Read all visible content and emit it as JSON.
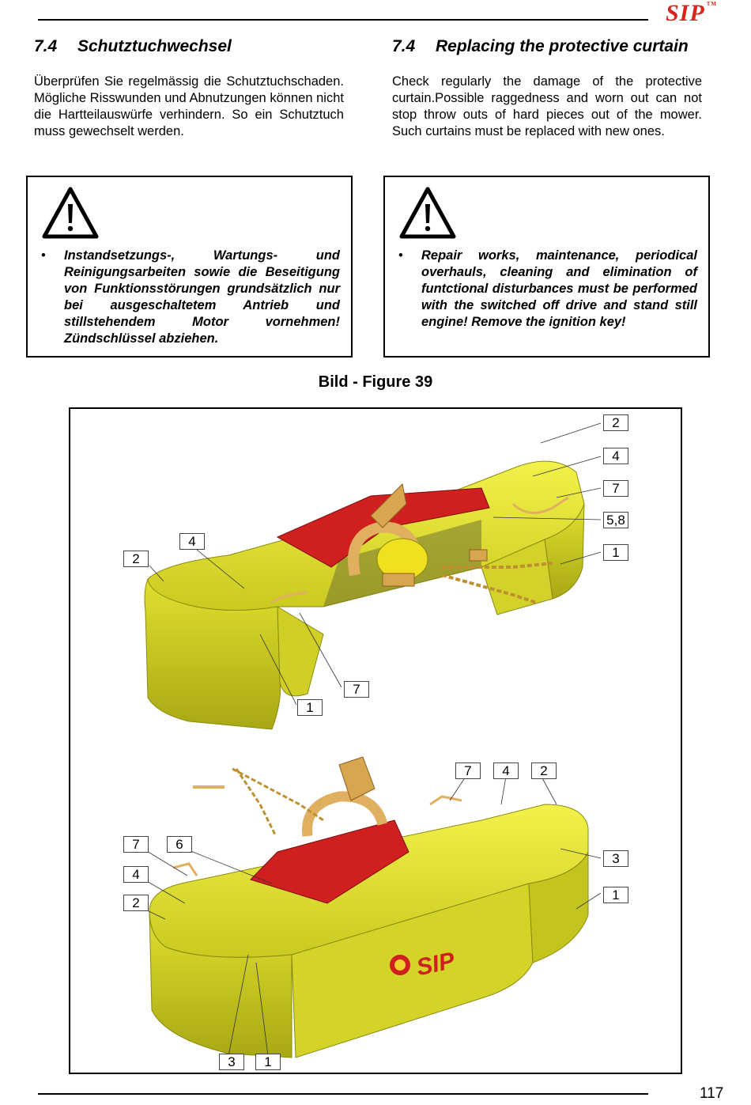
{
  "header": {
    "brand": "SIP",
    "trademark": "TM"
  },
  "german": {
    "section_number": "7.4",
    "section_title": "Schutztuchwechsel",
    "paragraph": "Überprüfen Sie regelmässig die Schutztuchschaden. Mögliche Risswunden und Abnutzungen können nicht die Hartteilauswürfe verhindern. So ein Schutztuch muss gewechselt werden.",
    "warning_bullet": "•",
    "warning": "Instandsetzungs-, Wartungs- und Reinigungsarbeiten sowie die Beseitigung von Funktionsstörungen grundsätzlich nur bei ausgeschaltetem Antrieb und stillstehendem Motor vornehmen! Zündschlüssel abziehen."
  },
  "english": {
    "section_number": "7.4",
    "section_title": "Replacing the protective curtain",
    "paragraph": "Check regularly the damage of the protective curtain.Possible raggedness and worn out can not stop throw outs of hard pieces out of the mower. Such curtains must be replaced with new ones.",
    "warning_bullet": "•",
    "warning": "Repair works, maintenance, periodical overhauls, cleaning and elimination of funtctional disturbances must be performed with the switched off drive and stand still engine! Remove the ignition key!"
  },
  "figure": {
    "title": "Bild - Figure 39",
    "top_callouts": [
      "2",
      "4",
      "7",
      "5,8",
      "1",
      "4",
      "2",
      "7",
      "1"
    ],
    "bottom_callouts": [
      "7",
      "4",
      "2",
      "7",
      "6",
      "4",
      "2",
      "3",
      "1",
      "3",
      "1"
    ],
    "logo_text": "SIP",
    "colors": {
      "body": "#e6e633",
      "curtain": "#d01f1f",
      "frame": "#e0b060"
    }
  },
  "footer": {
    "page_number": "117"
  }
}
